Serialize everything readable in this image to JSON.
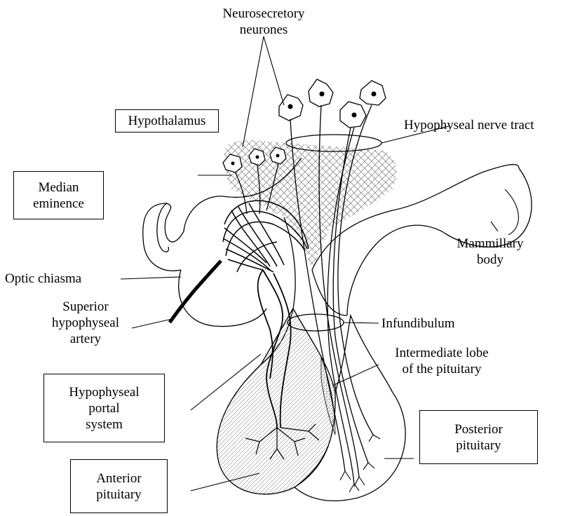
{
  "labels": {
    "neurosecretory": [
      "Neurosecretory",
      "neurones"
    ],
    "hypothalamus": "Hypothalamus",
    "nerve_tract": "Hypophyseal nerve tract",
    "median_eminence": [
      "Median",
      "eminence"
    ],
    "mammillary": [
      "Mammillary",
      "body"
    ],
    "optic_chiasma": "Optic chiasma",
    "superior_artery": [
      "Superior",
      "hypophyseal",
      "artery"
    ],
    "infundibulum": "Infundibulum",
    "intermediate_lobe": [
      "Intermediate lobe",
      "of the pituitary"
    ],
    "portal_system": [
      "Hypophyseal",
      "portal",
      "system"
    ],
    "posterior_pituitary": [
      "Posterior",
      "pituitary"
    ],
    "anterior_pituitary": [
      "Anterior",
      "pituitary"
    ]
  },
  "colors": {
    "ink": "#000000",
    "background": "#ffffff",
    "hatch": "#7a7a7a"
  }
}
